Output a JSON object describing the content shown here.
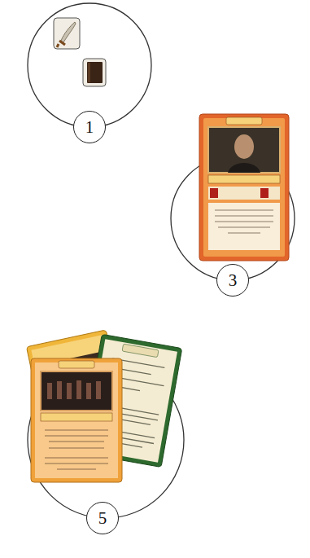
{
  "diagram": {
    "nodes": [
      {
        "text": [
          "1"
        ]
      },
      {
        "text": [
          "3"
        ]
      },
      {
        "text": [
          "5"
        ]
      }
    ]
  }
}
